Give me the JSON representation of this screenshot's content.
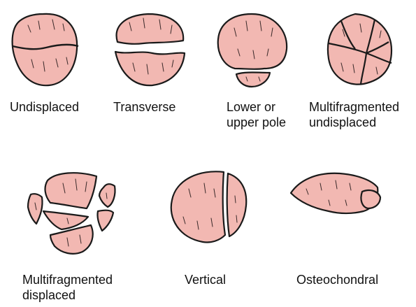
{
  "colors": {
    "bone_fill": "#f2b8b2",
    "outline": "#1a1a1a",
    "background": "#ffffff"
  },
  "fracture_types": [
    {
      "id": "undisplaced",
      "lines": [
        "Undisplaced"
      ]
    },
    {
      "id": "transverse",
      "lines": [
        "Transverse"
      ]
    },
    {
      "id": "pole",
      "lines": [
        "Lower or",
        "upper pole"
      ]
    },
    {
      "id": "multi-undisplaced",
      "lines": [
        "Multifragmented",
        "undisplaced"
      ]
    },
    {
      "id": "multi-displaced",
      "lines": [
        "Multifragmented",
        "displaced"
      ]
    },
    {
      "id": "vertical",
      "lines": [
        "Vertical"
      ]
    },
    {
      "id": "osteochondral",
      "lines": [
        "Osteochondral"
      ]
    }
  ]
}
